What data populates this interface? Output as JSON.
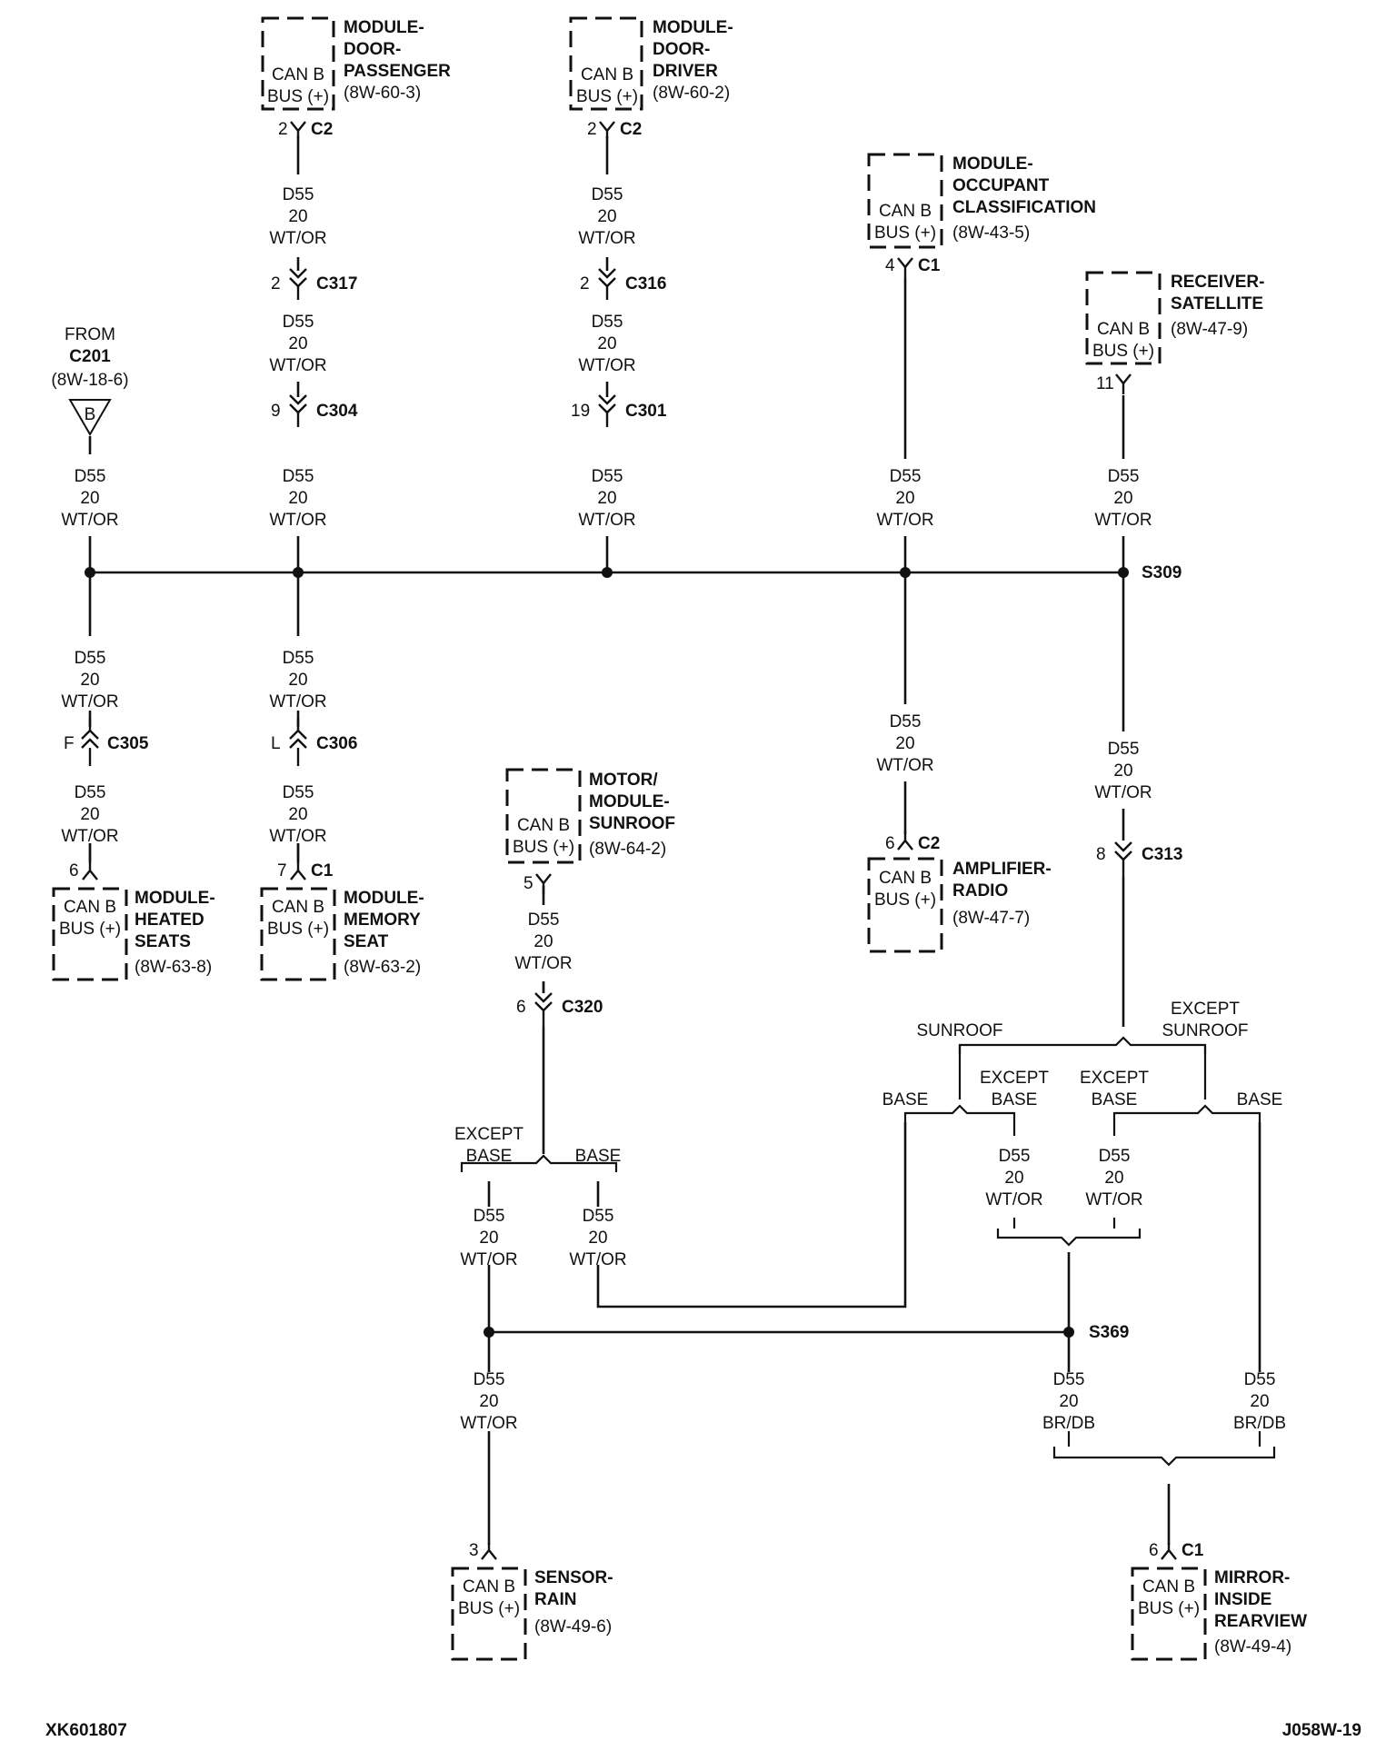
{
  "wire": {
    "circuit": "D55",
    "gauge": "20",
    "color": "WT/OR",
    "color_alt": "BR/DB"
  },
  "can_bus": {
    "line1": "CAN B",
    "line2": "BUS (+)"
  },
  "modules": {
    "door_passenger": {
      "name1": "MODULE-",
      "name2": "DOOR-",
      "name3": "PASSENGER",
      "ref": "(8W-60-3)"
    },
    "door_driver": {
      "name1": "MODULE-",
      "name2": "DOOR-",
      "name3": "DRIVER",
      "ref": "(8W-60-2)"
    },
    "occupant": {
      "name1": "MODULE-",
      "name2": "OCCUPANT",
      "name3": "CLASSIFICATION",
      "ref": "(8W-43-5)"
    },
    "receiver": {
      "name1": "RECEIVER-",
      "name2": "SATELLITE",
      "ref": "(8W-47-9)"
    },
    "heated_seats": {
      "name1": "MODULE-",
      "name2": "HEATED",
      "name3": "SEATS",
      "ref": "(8W-63-8)"
    },
    "memory_seat": {
      "name1": "MODULE-",
      "name2": "MEMORY",
      "name3": "SEAT",
      "ref": "(8W-63-2)"
    },
    "sunroof": {
      "name1": "MOTOR/",
      "name2": "MODULE-",
      "name3": "SUNROOF",
      "ref": "(8W-64-2)"
    },
    "amplifier": {
      "name1": "AMPLIFIER-",
      "name2": "RADIO",
      "ref": "(8W-47-7)"
    },
    "rain_sensor": {
      "name1": "SENSOR-",
      "name2": "RAIN",
      "ref": "(8W-49-6)"
    },
    "mirror": {
      "name1": "MIRROR-",
      "name2": "INSIDE",
      "name3": "REARVIEW",
      "ref": "(8W-49-4)"
    }
  },
  "from": {
    "label": "FROM",
    "connector": "C201",
    "ref": "(8W-18-6)",
    "letter": "B"
  },
  "connectors": {
    "c2": "C2",
    "c1": "C1",
    "c317": "C317",
    "c316": "C316",
    "c304": "C304",
    "c301": "C301",
    "c305": "C305",
    "c306": "C306",
    "c320": "C320",
    "c313": "C313"
  },
  "pins": {
    "p2": "2",
    "p4": "4",
    "p5": "5",
    "p6": "6",
    "p7": "7",
    "p8": "8",
    "p9": "9",
    "p11": "11",
    "p19": "19",
    "p3": "3",
    "pF": "F",
    "pL": "L"
  },
  "splices": {
    "s309": "S309",
    "s369": "S369"
  },
  "options": {
    "sunroof": "SUNROOF",
    "except": "EXCEPT",
    "base": "BASE"
  },
  "footer": {
    "left_code": "XK601807",
    "right_code": "J058W-19"
  }
}
